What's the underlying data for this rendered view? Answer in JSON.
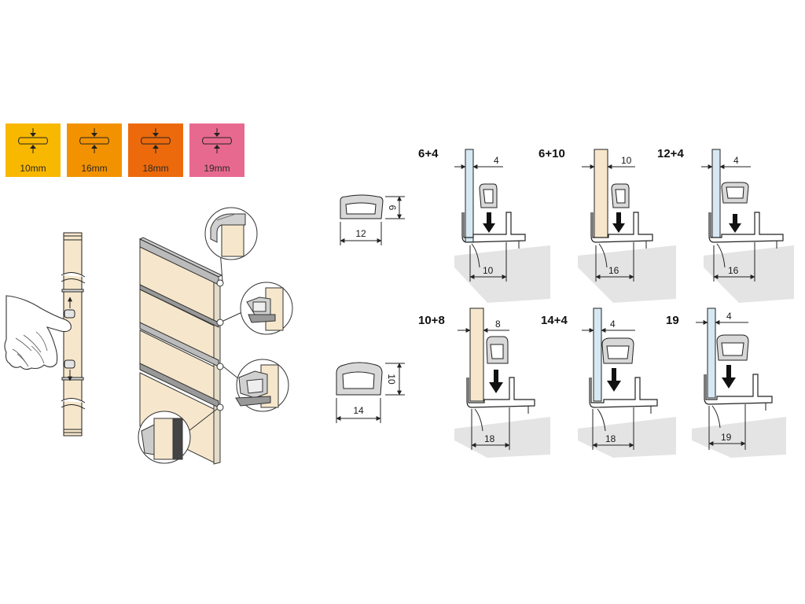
{
  "swatches": [
    {
      "label": "10mm",
      "color": "#f9b800"
    },
    {
      "label": "16mm",
      "color": "#f39200"
    },
    {
      "label": "18mm",
      "color": "#ec6a0c"
    },
    {
      "label": "19mm",
      "color": "#e8698f"
    }
  ],
  "profiles": [
    {
      "width": "12",
      "height": "6"
    },
    {
      "width": "14",
      "height": "10"
    }
  ],
  "sections": [
    {
      "combo": "6+4",
      "top_dim": "4",
      "bottom_dim": "10"
    },
    {
      "combo": "6+10",
      "top_dim": "10",
      "bottom_dim": "16"
    },
    {
      "combo": "12+4",
      "top_dim": "4",
      "bottom_dim": "16"
    },
    {
      "combo": "10+8",
      "top_dim": "8",
      "bottom_dim": "18"
    },
    {
      "combo": "14+4",
      "top_dim": "4",
      "bottom_dim": "18"
    },
    {
      "combo": "19",
      "top_dim": "4",
      "bottom_dim": "19"
    }
  ],
  "colors": {
    "panel": "#f6e7cc",
    "glass": "#d7e8f3",
    "floor": "#e4e4e4",
    "line": "#222222"
  }
}
